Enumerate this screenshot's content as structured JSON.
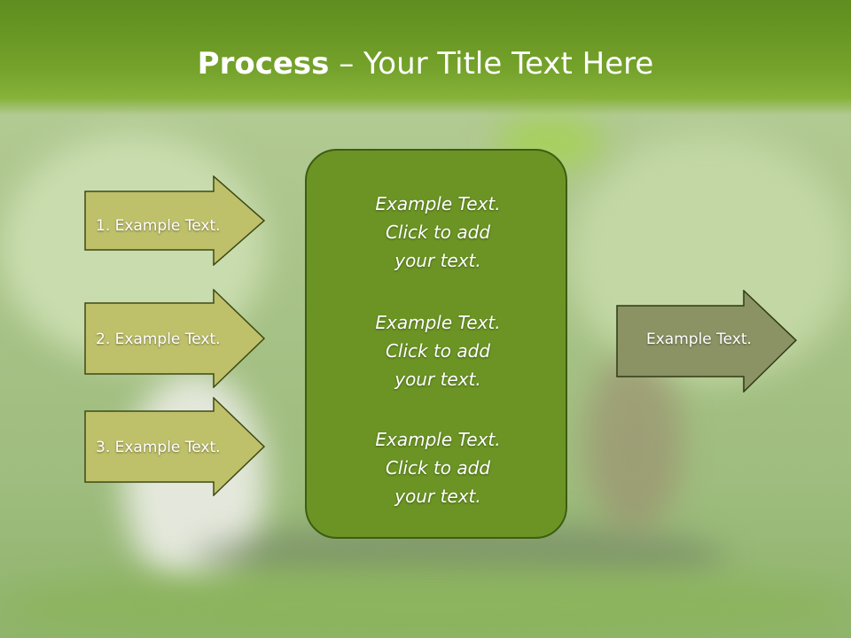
{
  "title": {
    "bold": "Process",
    "separator": " – ",
    "rest": "Your Title Text Here"
  },
  "left_steps": [
    {
      "label": "1. Example Text."
    },
    {
      "label": "2. Example Text."
    },
    {
      "label": "3. Example Text."
    }
  ],
  "center_box": {
    "blocks": [
      {
        "line1": "Example Text.",
        "line2": "Click  to add",
        "line3": "your text."
      },
      {
        "line1": "Example Text.",
        "line2": "Click  to add",
        "line3": "your text."
      },
      {
        "line1": "Example Text.",
        "line2": "Click  to add",
        "line3": "your text."
      }
    ]
  },
  "right_arrow": {
    "label": "Example Text."
  },
  "colors": {
    "header": "#74a22a",
    "step_fill": "#bfc06a",
    "step_stroke": "#3d4a14",
    "center_fill": "#6b9424",
    "right_fill": "#8b9263"
  }
}
